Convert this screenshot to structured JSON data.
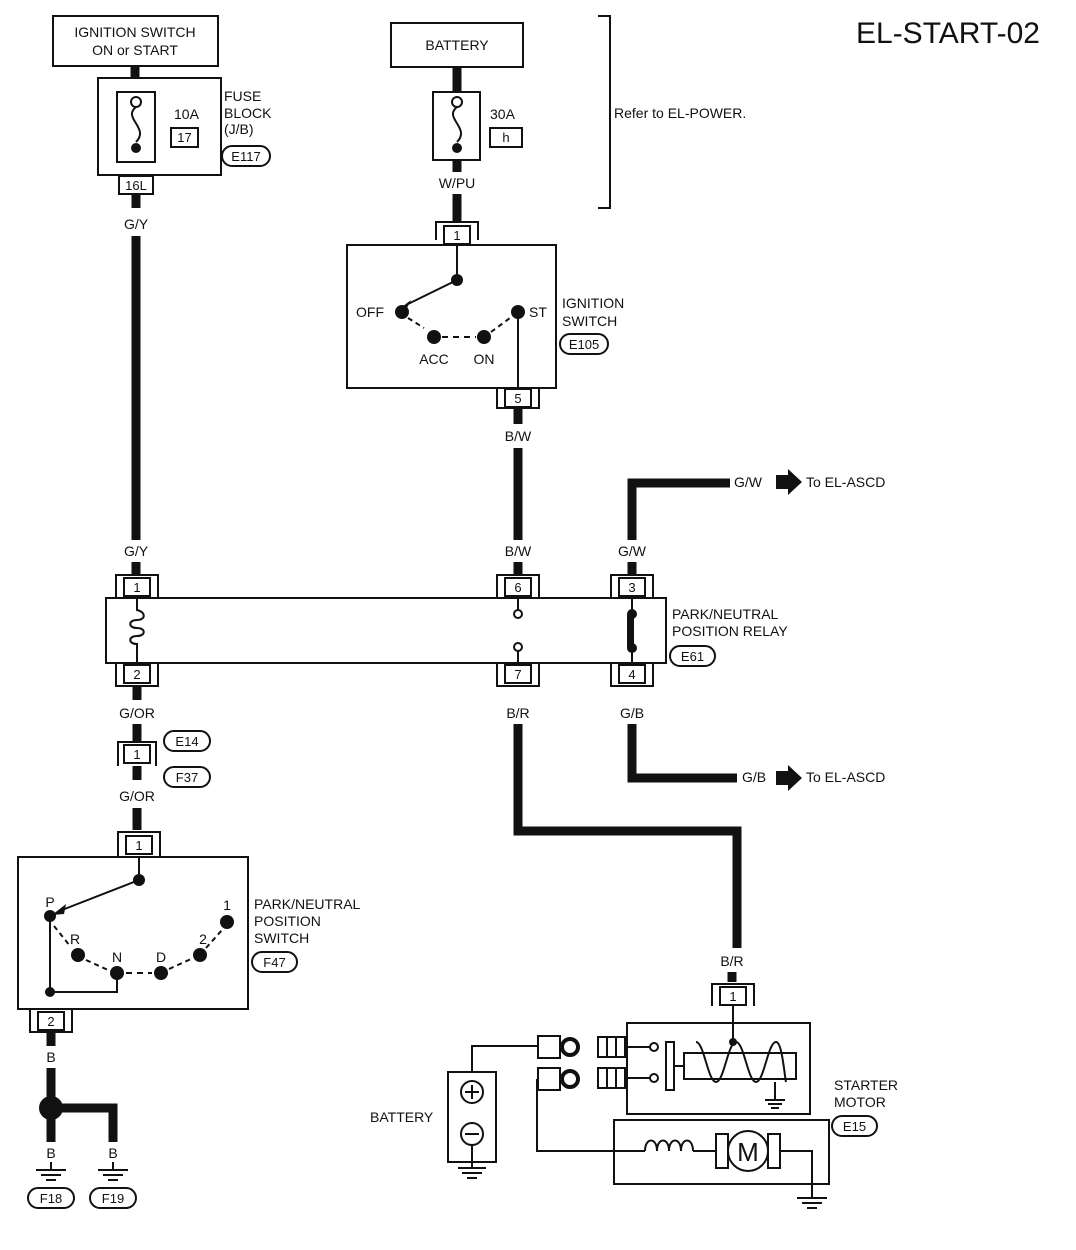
{
  "diagram_id": "EL-START-02",
  "ignition_power": {
    "line1": "IGNITION SWITCH",
    "line2": "ON or START"
  },
  "fuse_block": {
    "rating": "10A",
    "number": "17",
    "line1": "FUSE",
    "line2": "BLOCK",
    "line3": "(J/B)",
    "connector": "E117",
    "terminal": "16L"
  },
  "battery_top": {
    "label": "BATTERY",
    "fuse_rating": "30A",
    "fuse_id": "h",
    "note": "Refer to EL-POWER."
  },
  "ignition_switch": {
    "line1": "IGNITION",
    "line2": "SWITCH",
    "connector": "E105",
    "pin_in": "1",
    "pin_out": "5",
    "pos_off": "OFF",
    "pos_acc": "ACC",
    "pos_on": "ON",
    "pos_st": "ST"
  },
  "wires": {
    "gy": "G/Y",
    "wpu": "W/PU",
    "bw": "B/W",
    "gw": "G/W",
    "gor": "G/OR",
    "br": "B/R",
    "gb": "G/B",
    "b": "B"
  },
  "ascd": {
    "to_label": "To EL-ASCD"
  },
  "relay": {
    "line1": "PARK/NEUTRAL",
    "line2": "POSITION RELAY",
    "connector": "E61",
    "pins": [
      "1",
      "2",
      "6",
      "7",
      "3",
      "4"
    ]
  },
  "joint_connector": {
    "pin": "1",
    "conn_a": "E14",
    "conn_b": "F37"
  },
  "pn_switch": {
    "line1": "PARK/NEUTRAL",
    "line2": "POSITION",
    "line3": "SWITCH",
    "connector": "F47",
    "pin_in": "1",
    "pin_out": "2",
    "pos_p": "P",
    "pos_r": "R",
    "pos_n": "N",
    "pos_d": "D",
    "pos_2": "2",
    "pos_1": "1"
  },
  "grounds": {
    "left": "F18",
    "right": "F19"
  },
  "starter": {
    "line1": "STARTER",
    "line2": "MOTOR",
    "connector": "E15",
    "pin": "1",
    "motor": "M",
    "battery_label": "BATTERY"
  }
}
